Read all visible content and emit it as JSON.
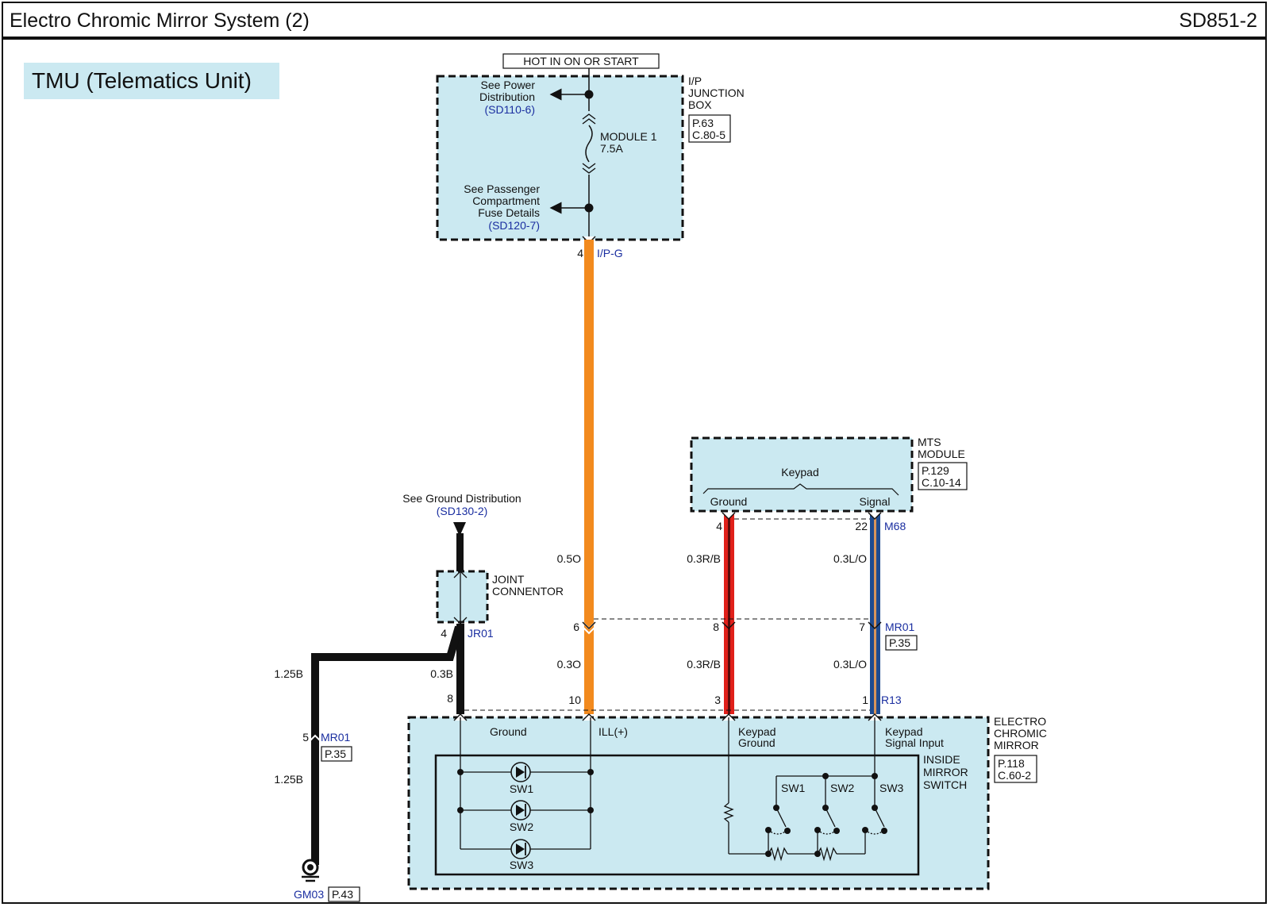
{
  "header": {
    "title": "Electro Chromic Mirror System (2)",
    "code": "SD851-2"
  },
  "section_label": "TMU (Telematics Unit)",
  "colors": {
    "component_fill": "#cbe9f1",
    "wire_orange": "#f28a1e",
    "wire_red": "#e0201a",
    "wire_red_stripe": "#5a0b0b",
    "wire_blue": "#1f4b8f",
    "wire_blue_stripe": "#d9945a",
    "wire_black": "#000000",
    "link_blue": "#1a2ea0"
  },
  "power": {
    "hot_label": "HOT IN ON OR START",
    "junction_box": {
      "name_lines": [
        "I/P",
        "JUNCTION",
        "BOX"
      ],
      "ref_lines": [
        "P.63",
        "C.80-5"
      ],
      "see_power": [
        "See Power",
        "Distribution"
      ],
      "see_power_ref": "(SD110-6)",
      "fuse_name": "MODULE 1",
      "fuse_rating": "7.5A",
      "see_fuse": [
        "See Passenger",
        "Compartment",
        "Fuse Details"
      ],
      "see_fuse_ref": "(SD120-7)",
      "pin": "4",
      "connector": "I/P-G"
    }
  },
  "mts_module": {
    "name_lines": [
      "MTS",
      "MODULE"
    ],
    "ref_lines": [
      "P.129",
      "C.10-14"
    ],
    "group_label": "Keypad",
    "pins": [
      {
        "label": "Ground",
        "pin": "4"
      },
      {
        "label": "Signal",
        "pin": "22"
      }
    ],
    "connector": "M68"
  },
  "ground": {
    "see_label": "See Ground Distribution",
    "see_ref": "(SD130-2)",
    "joint_connector": [
      "JOINT",
      "CONNENTOR"
    ],
    "jr_pin": "4",
    "jr_connector": "JR01",
    "wire_upper": "1.25B",
    "wire_lower": "1.25B",
    "wire_branch": "0.3B",
    "mr_pin": "5",
    "mr_connector": "MR01",
    "mr_ref": "P.35",
    "ground_point": "GM03",
    "ground_ref": "P.43"
  },
  "wires": [
    {
      "id": "ill",
      "upper_spec": "0.5O",
      "lower_spec": "0.3O",
      "mid_pin": "6",
      "bottom_pin": "10"
    },
    {
      "id": "kgnd",
      "upper_spec": "0.3R/B",
      "lower_spec": "0.3R/B",
      "mid_pin": "8",
      "bottom_pin": "3"
    },
    {
      "id": "ksig",
      "upper_spec": "0.3L/O",
      "lower_spec": "0.3L/O",
      "mid_pin": "7",
      "bottom_pin": "1"
    }
  ],
  "mid_connector": {
    "name": "MR01",
    "ref": "P.35"
  },
  "gnd_bottom_pin": "8",
  "mirror": {
    "name_lines": [
      "ELECTRO",
      "CHROMIC",
      "MIRROR"
    ],
    "ref_lines": [
      "P.118",
      "C.60-2"
    ],
    "connector": "R13",
    "pins": [
      "Ground",
      "ILL(+)",
      "Keypad",
      "Ground",
      "Keypad",
      "Signal Input"
    ],
    "switch_name": [
      "INSIDE",
      "MIRROR",
      "SWITCH"
    ],
    "leds": [
      "SW1",
      "SW2",
      "SW3"
    ],
    "switches": [
      "SW1",
      "SW2",
      "SW3"
    ]
  }
}
